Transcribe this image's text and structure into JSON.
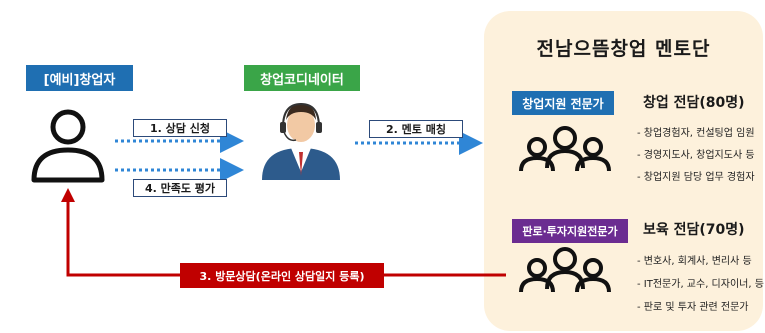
{
  "panel": {
    "title": "전남으뜸창업 멘토단"
  },
  "actors": {
    "founder": "[예비]창업자",
    "coordinator": "창업코디네이터"
  },
  "flows": {
    "consult_request": "1. 상담 신청",
    "mentor_match": "2. 멘토 매칭",
    "visit_consult": "3. 방문상담(온라인 상담일지 등록)",
    "satisfaction": "4. 만족도 평가"
  },
  "groups": [
    {
      "tag": "창업지원 전문가",
      "count": "창업 전담(80명)",
      "items": [
        "- 창업경험자, 컨설팅업 임원",
        "- 경영지도사, 창업지도사 등",
        "- 창업지원 담당 업무 경험자"
      ]
    },
    {
      "tag": "판로·투자지원전문가",
      "count": "보육 전담(70명)",
      "items": [
        "- 변호사, 회계사, 변리사 등",
        "- IT전문가, 교수, 디자이너, 등",
        "- 판로 및 투자 관련 전문가"
      ]
    }
  ],
  "colors": {
    "blue": "#1f6fb2",
    "green": "#3aa548",
    "purple": "#6b2c91",
    "red": "#c00000",
    "panel": "#fdf1dc"
  },
  "icons": {
    "founder": "person-outline-icon",
    "coordinator": "headset-operator-icon",
    "group": "people-group-icon"
  }
}
